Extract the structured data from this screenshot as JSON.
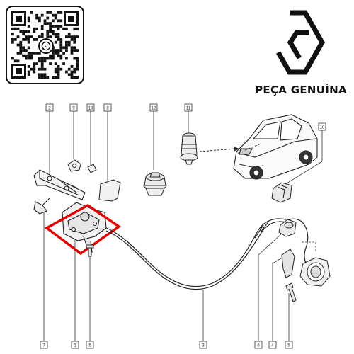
{
  "brand": {
    "label": "PEÇA GENUÍNA",
    "logo_icon": "renault-diamond-logo"
  },
  "qr": {
    "icon": "qr-code",
    "center_icon": "whatsapp-icon"
  },
  "diagram": {
    "callouts_top": [
      "2",
      "9",
      "13",
      "8",
      "12",
      "11",
      "18"
    ],
    "callouts_bottom": [
      "7",
      "1",
      "5",
      "3",
      "6",
      "4",
      "5"
    ],
    "highlight_color": "#e00000",
    "line_color": "#333333"
  }
}
